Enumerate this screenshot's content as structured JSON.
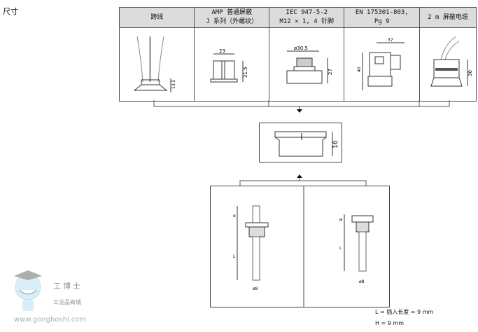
{
  "title": "尺寸",
  "options": [
    {
      "header": [
        "跨线"
      ],
      "dims": [
        "13.5"
      ]
    },
    {
      "header": [
        "AMP 普通屏蔽",
        "J 系列（外螺纹）"
      ],
      "dims": [
        "23",
        "21.5"
      ]
    },
    {
      "header": [
        "IEC 947-5-2",
        "M12 × 1, 4 针脚"
      ],
      "dims": [
        "ø30.5",
        "27"
      ]
    },
    {
      "header": [
        "EN 175301-803,",
        "Pg 9"
      ],
      "dims": [
        "37",
        "40"
      ]
    },
    {
      "header": [
        "2 m 屏蔽电缆"
      ],
      "dims": [
        "30"
      ]
    }
  ],
  "head_dim": "16",
  "probes": {
    "left": {
      "e": "e",
      "l": "L",
      "d": "ø8"
    },
    "right": {
      "h": "H",
      "l": "L",
      "d": "ø8"
    }
  },
  "notes": [
    "L = 插入长度  = 9 mm",
    "H = 9 mm"
  ],
  "watermark": {
    "brand": "工博士",
    "sub": "工业品商城",
    "url": "www.gongboshi.com"
  }
}
